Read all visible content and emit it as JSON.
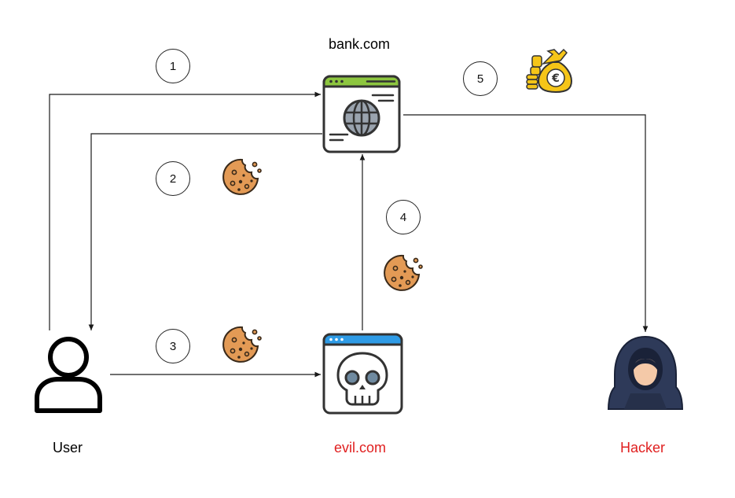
{
  "nodes": {
    "bank": {
      "label": "bank.com",
      "icon": "browser-globe-icon",
      "accent": "#8DC63F"
    },
    "evil": {
      "label": "evil.com",
      "icon": "browser-skull-icon",
      "accent": "#2E9BE6",
      "label_color": "#E02020"
    },
    "user": {
      "label": "User",
      "icon": "user-icon"
    },
    "hacker": {
      "label": "Hacker",
      "icon": "hooded-hacker-icon",
      "label_color": "#E02020"
    }
  },
  "steps": [
    "1",
    "2",
    "3",
    "4",
    "5"
  ],
  "decorations": {
    "cookie_icon": "cookie-icon",
    "money_icon": "money-bag-euro-icon"
  },
  "colors": {
    "line": "#1a1a1a",
    "cookie": "#E39A55",
    "gold": "#F5C518",
    "hood": "#2E3A59"
  }
}
